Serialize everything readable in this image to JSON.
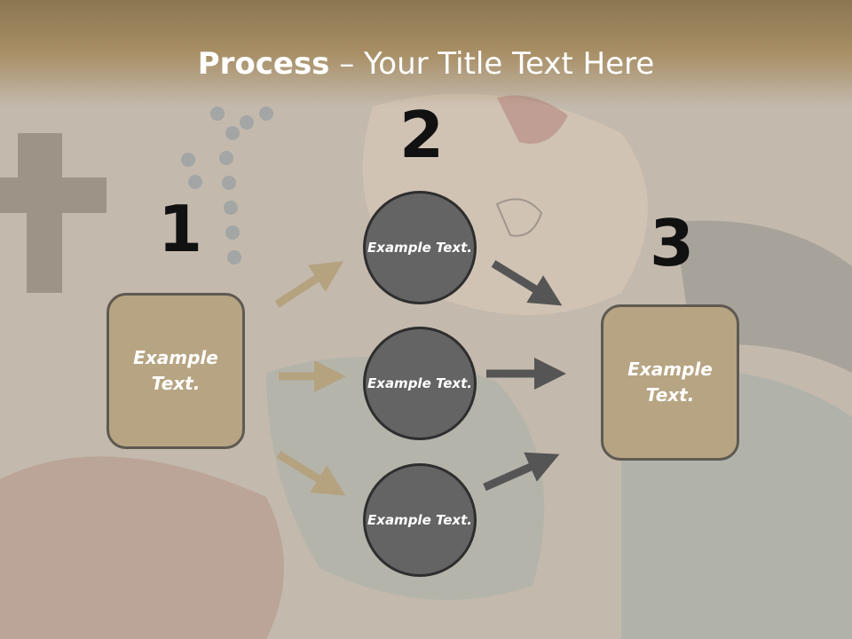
{
  "title": {
    "bold": "Process",
    "rest": " – Your Title Text Here"
  },
  "steps": [
    {
      "number": "1",
      "text": "Example Text."
    },
    {
      "number": "2",
      "items": [
        "Example Text.",
        "Example Text.",
        "Example Text."
      ]
    },
    {
      "number": "3",
      "text": "Example Text."
    }
  ],
  "colors": {
    "box_fill": "#b7a482",
    "circle_fill": "#646464",
    "tan_arrow": "#b5a27f",
    "gray_arrow": "#555555"
  }
}
